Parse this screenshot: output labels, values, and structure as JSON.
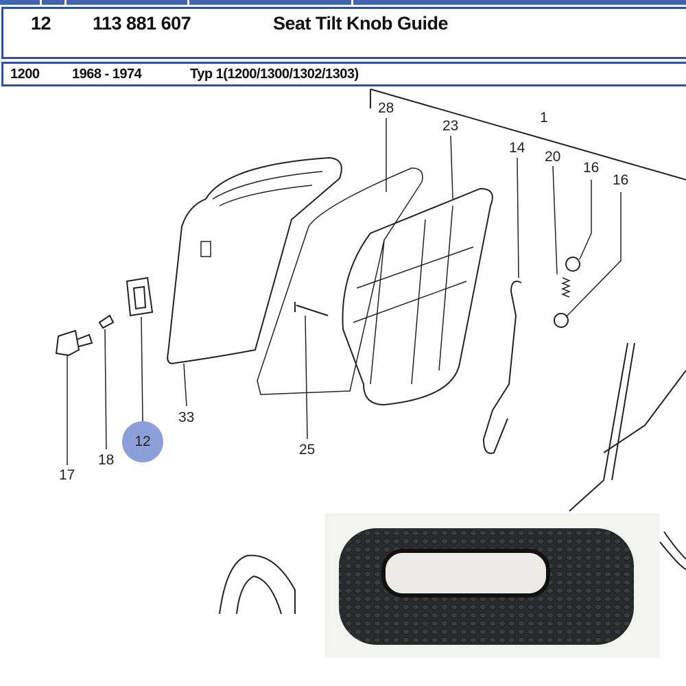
{
  "part": {
    "position": "12",
    "number": "113 881 607",
    "name": "Seat Tilt Knob Guide"
  },
  "model": {
    "engine": "1200",
    "years": "1968 - 1974",
    "type": "Typ 1(1200/1300/1302/1303)"
  },
  "diagram": {
    "labels": {
      "l28": "28",
      "l23": "23",
      "l1": "1",
      "l14": "14",
      "l20": "20",
      "l16a": "16",
      "l16b": "16",
      "l33": "33",
      "l25": "25",
      "l18": "18",
      "l17": "17"
    },
    "highlight": "12",
    "highlight_color": "#8d9fd8"
  }
}
